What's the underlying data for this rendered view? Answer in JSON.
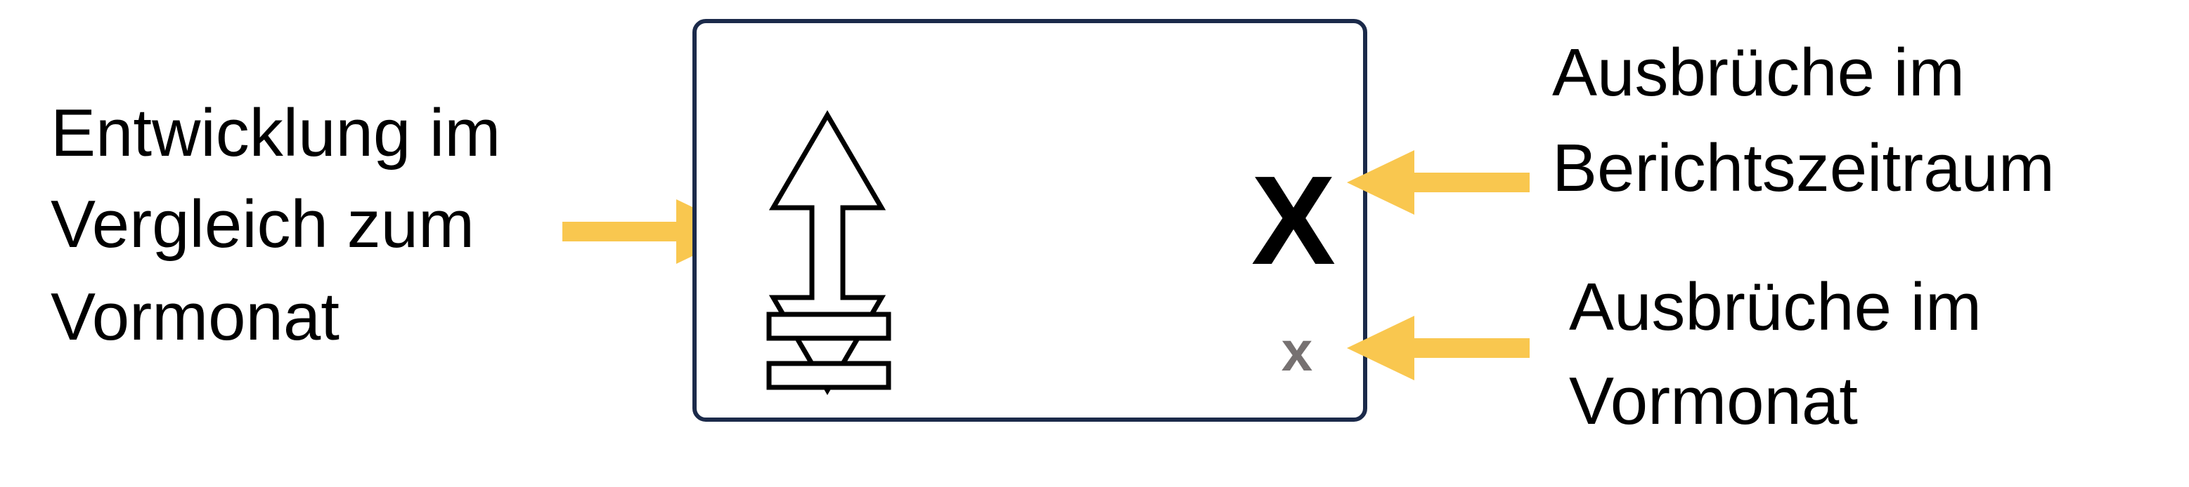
{
  "left_label": [
    "Entwicklung im",
    "Vergleich zum",
    "Vormonat"
  ],
  "right_label_top": [
    "Ausbrüche im",
    "Berichtszeitraum"
  ],
  "right_label_bottom": [
    "Ausbrüche im",
    "Vormonat"
  ],
  "box": {
    "current_symbol": "X",
    "previous_symbol": "x"
  },
  "icons": {
    "trend": "up-down-arrow-icon",
    "equal": "equal-icon"
  },
  "colors": {
    "arrow": "#F9C74F",
    "border": "#1B2A4A",
    "previous": "#767171"
  }
}
